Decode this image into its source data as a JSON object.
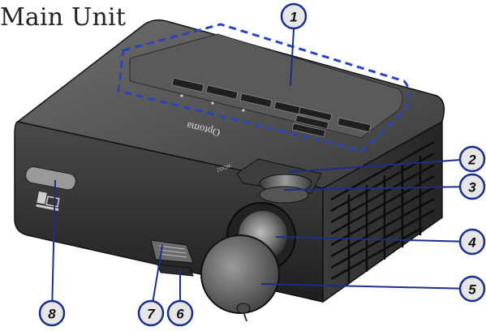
{
  "heading": "Main Unit",
  "brand_text": "Optoma",
  "callouts": [
    {
      "number": "1"
    },
    {
      "number": "2"
    },
    {
      "number": "3"
    },
    {
      "number": "4"
    },
    {
      "number": "5"
    },
    {
      "number": "6"
    },
    {
      "number": "7"
    },
    {
      "number": "8"
    }
  ],
  "colors": {
    "callout_fill": "#e6e6e6",
    "callout_stroke": "#1a2f8c",
    "dashed_outline": "#2a45b8"
  }
}
